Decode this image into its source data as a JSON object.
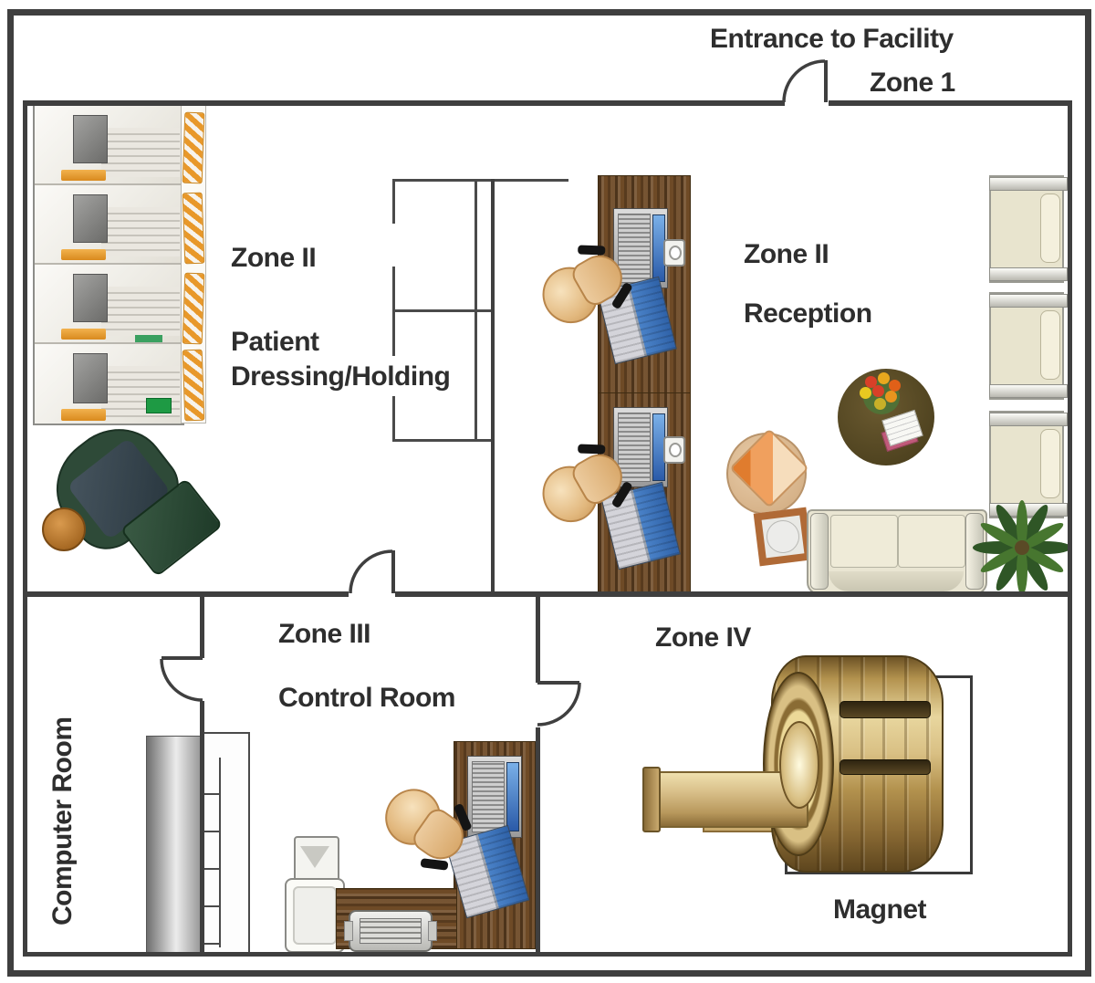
{
  "labels": {
    "entrance": "Entrance to Facility",
    "zone1": "Zone 1",
    "dressing_zone": "Zone II",
    "dressing_name_line1": "Patient",
    "dressing_name_line2": "Dressing/Holding",
    "reception_zone": "Zone II",
    "reception_name": "Reception",
    "control_zone": "Zone III",
    "control_name": "Control Room",
    "magnet_zone": "Zone IV",
    "magnet_name": "Magnet",
    "computer_room": "Computer Room"
  },
  "colors": {
    "wall": "#3f3f3f",
    "background": "#ffffff",
    "text": "#2e2e2e",
    "desk_wood": "#6e4a26",
    "magnet_gold": "#c9ad6e",
    "seating_cream": "#e8e4ce",
    "lounge_green": "#2e4a38",
    "accent_orange": "#e8982a",
    "screen_blue": "#3f74c0",
    "plant_green": "#2f5626"
  }
}
